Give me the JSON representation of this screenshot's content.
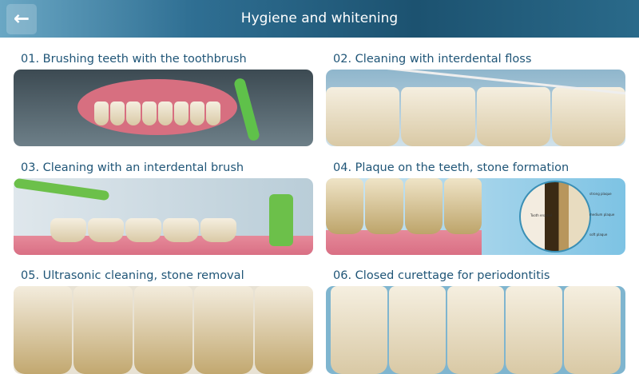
{
  "header": {
    "title": "Hygiene and whitening",
    "back_icon": "arrow-left-icon"
  },
  "items": [
    {
      "label": "01. Brushing teeth with the toothbrush"
    },
    {
      "label": "02. Cleaning with interdental floss"
    },
    {
      "label": "03. Cleaning with an interdental brush"
    },
    {
      "label": "04. Plaque on the teeth, stone formation",
      "annotations": [
        "strong plaque",
        "medium plaque",
        "soft plaque",
        "Tooth enamel"
      ]
    },
    {
      "label": "05. Ultrasonic cleaning, stone removal"
    },
    {
      "label": "06. Closed curettage for periodontitis"
    }
  ]
}
